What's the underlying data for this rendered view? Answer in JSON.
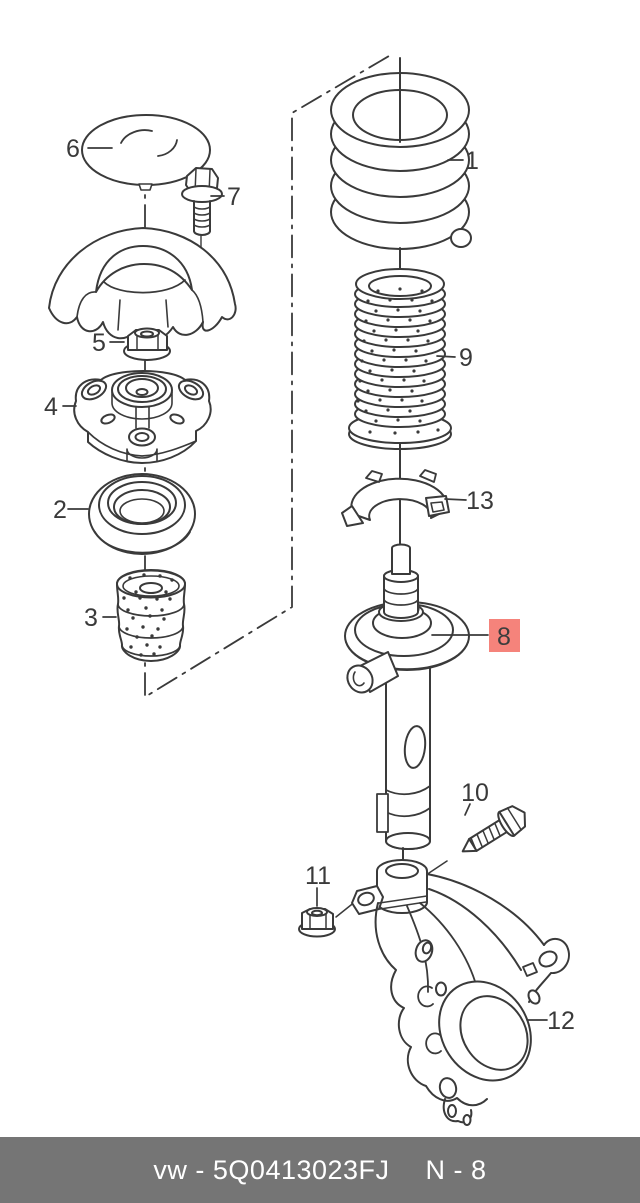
{
  "footer": {
    "part_code": "vw - 5Q0413023FJ",
    "page_ref": "N - 8"
  },
  "callouts": {
    "p1": {
      "label": "1",
      "highlighted": false
    },
    "p2": {
      "label": "2",
      "highlighted": false
    },
    "p3": {
      "label": "3",
      "highlighted": false
    },
    "p4": {
      "label": "4",
      "highlighted": false
    },
    "p5": {
      "label": "5",
      "highlighted": false
    },
    "p6": {
      "label": "6",
      "highlighted": false
    },
    "p7": {
      "label": "7",
      "highlighted": false
    },
    "p8": {
      "label": "8",
      "highlighted": true
    },
    "p9": {
      "label": "9",
      "highlighted": false
    },
    "p10": {
      "label": "10",
      "highlighted": false
    },
    "p11": {
      "label": "11",
      "highlighted": false
    },
    "p12": {
      "label": "12",
      "highlighted": false
    },
    "p13": {
      "label": "13",
      "highlighted": false
    }
  },
  "colors": {
    "line": "#3a3a3a",
    "highlight_bg": "#f5837b",
    "footer_bg": "#757575",
    "footer_text": "#ffffff",
    "bg": "#ffffff"
  }
}
